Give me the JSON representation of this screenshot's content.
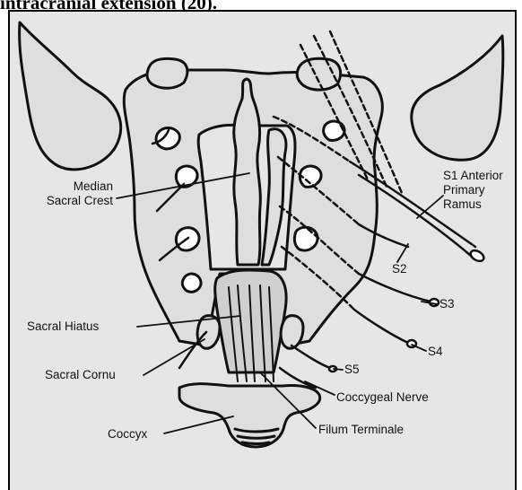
{
  "caption": "intracranial extension (20).",
  "labels": {
    "median_sacral_crest": [
      "Median",
      "Sacral Crest"
    ],
    "s1_anterior_primary_ramus": [
      "S1 Anterior",
      "Primary",
      "Ramus"
    ],
    "s2": "S2",
    "s3": "S3",
    "s4": "S4",
    "s5": "S5",
    "sacral_hiatus": "Sacral Hiatus",
    "sacral_cornu": "Sacral Cornu",
    "coccygeal_nerve": "Coccygeal Nerve",
    "coccyx": "Coccyx",
    "filum_terminale": "Filum Terminale"
  },
  "colors": {
    "background": "#e6e6e6",
    "bone_fill": "#dcdcdc",
    "ink": "#111111"
  }
}
